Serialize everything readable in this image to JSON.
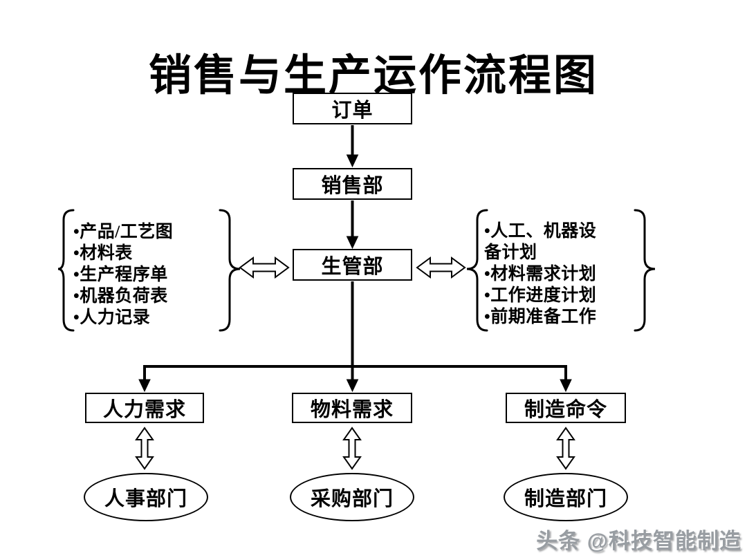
{
  "title": "销售与生产运作流程图",
  "flow": {
    "order_box": "订单",
    "sales_box": "销售部",
    "production_mgmt_box": "生管部",
    "hr_demand_box": "人力需求",
    "material_demand_box": "物料需求",
    "mfg_order_box": "制造命令",
    "personnel_ellipse": "人事部门",
    "purchasing_ellipse": "采购部门",
    "manufacturing_ellipse": "制造部门"
  },
  "left_list": {
    "items": [
      "•产品/工艺图",
      "•材料表",
      "•生产程序单",
      "•机器负荷表",
      "•人力记录"
    ]
  },
  "right_list": {
    "items": [
      "•人工、机器设备计划",
      "•材料需求计划",
      "•工作进度计划",
      "•前期准备工作"
    ]
  },
  "watermark": "头条 @科技智能制造",
  "colors": {
    "line": "#000000",
    "background": "#ffffff",
    "watermark_gray": "#989da2"
  }
}
